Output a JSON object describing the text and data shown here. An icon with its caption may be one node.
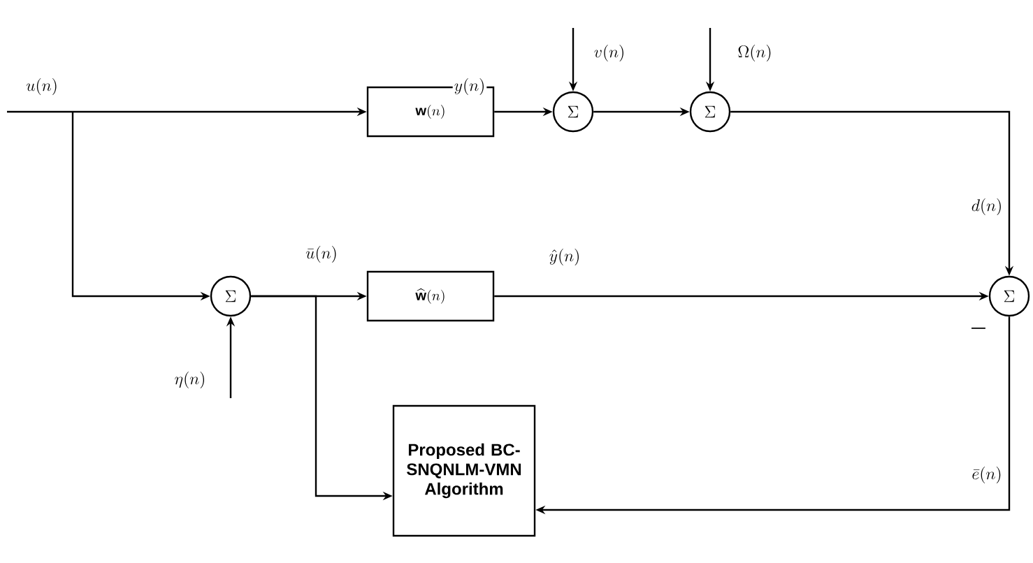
{
  "diagram": {
    "nodes": [
      {
        "text": [
          "\\mathbf{w}(n)"
        ]
      },
      {
        "text": [
          "\\Sigma"
        ]
      },
      {
        "text": [
          "\\Sigma"
        ]
      },
      {
        "text": [
          "\\Sigma"
        ]
      },
      {
        "text": [
          "\\Sigma"
        ]
      },
      {
        "text": [
          "\\widehat{\\mathbf{w}}(n)"
        ]
      },
      {
        "text": [
          "Proposed BC-SNQNLM-VMN Algorithm"
        ]
      }
    ],
    "edges": [
      {
        "from": null,
        "to": 0,
        "arrow": "to",
        "label": "u(n)"
      },
      {
        "from": null,
        "to": 4,
        "arrow": "to"
      },
      {
        "from": 0,
        "to": 1,
        "arrow": "to",
        "label": "y(n)"
      },
      {
        "from": null,
        "to": 1,
        "arrow": "to",
        "label": "v(n)"
      },
      {
        "from": 1,
        "to": 2,
        "arrow": "to"
      },
      {
        "from": null,
        "to": 2,
        "arrow": "to",
        "label": "\\Omega(n)"
      },
      {
        "from": 2,
        "to": 3,
        "arrow": "to",
        "label": "d(n)"
      },
      {
        "from": null,
        "to": 4,
        "arrow": "to",
        "label": "\\eta(n)"
      },
      {
        "from": 4,
        "to": 5,
        "arrow": "to",
        "label": "\\bar{u}(n)"
      },
      {
        "from": 5,
        "to": 3,
        "arrow": "to",
        "label": "\\hat{y}(n)"
      },
      {
        "from": 4,
        "to": 6,
        "arrow": "to"
      },
      {
        "from": 3,
        "to": 6,
        "arrow": "to",
        "label": "\\bar{e}(n)"
      }
    ],
    "labels": [
      "\\boldsymbol{-}"
    ]
  }
}
